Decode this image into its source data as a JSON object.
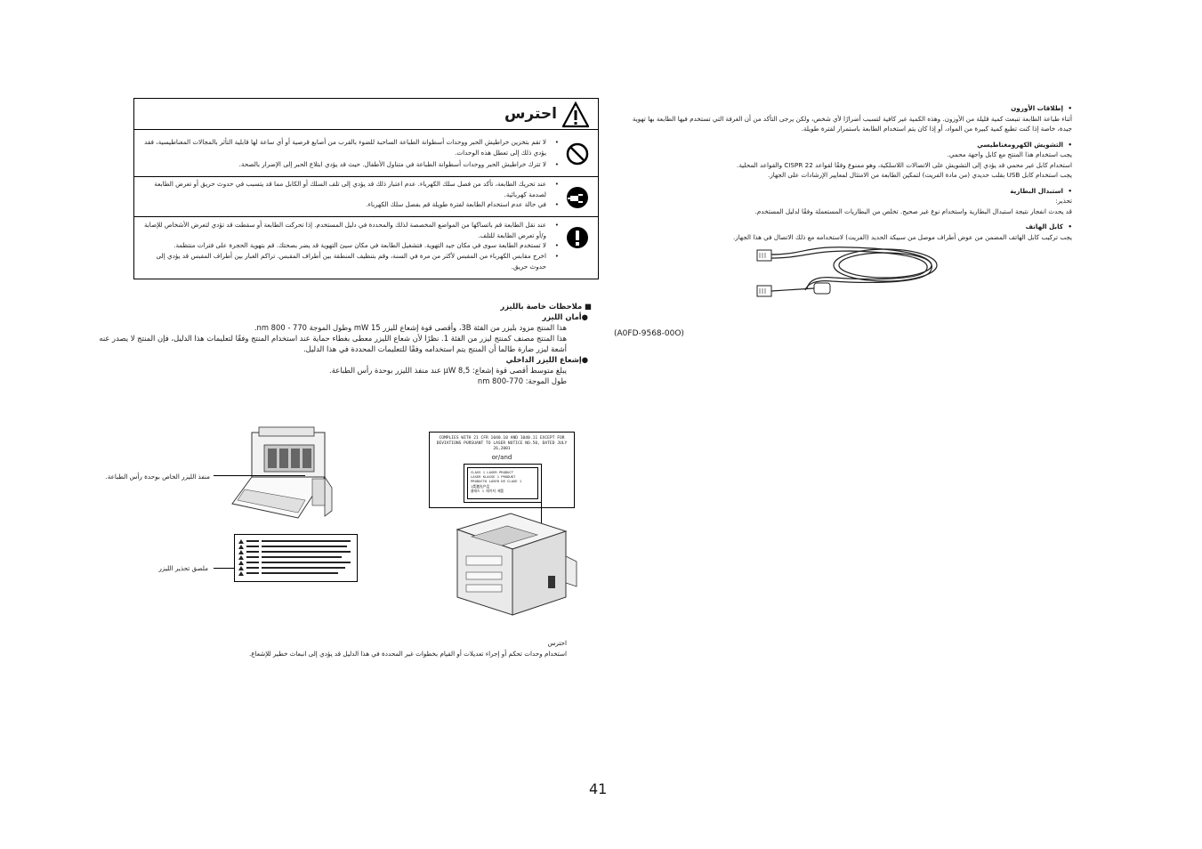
{
  "warning": {
    "title": "احترس",
    "rows": [
      {
        "icon": "no-symbol-icon",
        "items": [
          "لا تقم بتخزين خراطيش الحبر ووحدات أسطوانة الطباعة الساحبة للضوء بالقرب من أصابع قرصية أو أي ساعة لها قابلية التأثر بالمجالات المغناطيسية، فقد يؤدي ذلك إلى تعطل هذه الوحدات.",
          "لا تترك خراطيش الحبر ووحدات أسطوانة الطباعة في متناول الأطفال. حيث قد يؤدي ابتلاع الحبر إلى الإضرار بالصحة."
        ]
      },
      {
        "icon": "unplug-icon",
        "items": [
          "عند تحريك الطابعة، تأكد من فصل سلك الكهرباء. عدم اعتبار ذلك قد يؤدي إلى تلف السلك أو الكابل مما قد يتسبب في حدوث حريق أو تعرض الطابعة لصدمة كهربائية.",
          "في حالة عدم استخدام الطابعة لفترة طويلة قم بفصل سلك الكهرباء."
        ]
      },
      {
        "icon": "exclamation-icon",
        "items": [
          "عند نقل الطابعة قم باتساكها من المواضع المخصصة لذلك والمحددة في دليل المستخدم. إذا تحركت الطابعة أو سقطت قد تؤدي لتعرض الأشخاص للإصابة و/أو تعرض الطابعة للتلف.",
          "لا تستخدم الطابعة سوى في مكان جيد التهوية. فتشغيل الطابعة في مكان سيئ التهوية قد يضر بصحتك. قم بتهوية الحجرة على فترات منتظمة.",
          "اخرج مقابس الكهرباء من المقبس لأكثر من مرة في السنة، وقم بتنظيف المنطقة بين أطراف المقبس. تراكم الغبار بين أطراف المقبس قد يؤدي إلى حدوث حريق."
        ]
      }
    ]
  },
  "left_col": {
    "section_heading": "■ ملاحظات خاصة بالليزر",
    "laser_safety_heading": "●أمان الليزر",
    "laser_safety_text_1": "هذا المنتج مزود بليزر من الفئة 3B، وأقصى قوة إشعاع لليزر 15 mW وطول الموجة 770 - 800 nm.",
    "laser_safety_text_2": "هذا المنتج مصنف كمنتج ليزر من الفئة 1. نظرًا لأن شعاع الليزر معطى بغطاء حماية عند استخدام المنتج وفقًا لتعليمات هذا الدليل، فإن المنتج لا يصدر عنه أشعة ليزر ضارة طالما أن المنتج يتم استخدامه وفقًا للتعليمات المحددة في هذا الدليل.",
    "internal_laser_heading": "●إشعاع الليزر الداخلي",
    "internal_laser_text": "يبلغ متوسط أقصى قوة إشعاع: 8,5 μW عند منفذ الليزر بوحدة رأس الطباعة.",
    "wavelength_text": "طول الموجة: 770-800 nm",
    "callout_aperture": "منفذ الليزر الخاص بوحدة رأس الطباعة.",
    "callout_label": "ملصق تحذير الليزر",
    "caution_word": "احترس",
    "caution_text": "استخدام وحدات تحكم أو إجراء تعديلات أو القيام بخطوات غير المحددة في هذا الدليل قد يؤدي إلى انبعاث خطير للإشعاع."
  },
  "label_top": {
    "line1": "COMPLIES WITH 21 CFR 1040.10 AND 1040.11 EXCEPT FOR",
    "line2": "DEVIATIONS PURSUANT TO LASER NOTICE NO.50, DATED JULY 26,2001",
    "orand": "or/and",
    "inner_lines": [
      "CLASS 1 LASER PRODUCT",
      "LASER KLASSE 1 PRODUKT",
      "PRODUCTO LÁSER DE CLASE 1",
      "1类激光产品",
      "클래스 1 레이저 제품"
    ]
  },
  "right_col": {
    "ozone_heading": "إطلاقات الأوزون",
    "ozone_text": "أثناء طباعة الطابعة تنبعث كمية قليلة من الأوزون. وهذه الكمية غير كافية لتسبب أضرارًا لأي شخص، ولكن يرجى التأكد من أن الغرفة التي تستخدم فيها الطابعة بها تهوية جيدة، خاصة إذا كنت تطبع كمية كبيرة من المواد، أو إذا كان يتم استخدام الطابعة باستمرار لفترة طويلة.",
    "emc_heading": "التشويش الكهرومغناطيسي",
    "emc_line1": "يجب استخدام هذا المنتج مع كابل واجهة محمي.",
    "emc_line2": "استخدام كابل غير محمي قد يؤدي إلى التشويش على الاتصالات اللاسلكية، وهو ممنوع وفقًا لقواعد CISPR 22 والقواعد المحلية.",
    "emc_line3": "يجب استخدام كابل USB بقلب حديدي (من مادة الفريت) لتمكين الطابعة من الامتثال لمعايير الإرشادات على الجهاز.",
    "battery_heading": "استبدال البطارية",
    "battery_line1": "تحذير:",
    "battery_line2": "قد يحدث انفجار نتيجة استبدال البطارية واستخدام نوع غير صحيح. تخلص من البطاريات المستعملة وفقًا لدليل المستخدم.",
    "phone_heading": "كابل الهاتف",
    "phone_text": "يجب تركيب كابل الهاتف المضمن من عوض أطراف موصل من سبيكة الحديد (الفريت) لاستخدامه مع ذلك الاتصال في هذا الجهاز.",
    "figure_code": "(A0FD-9568-00O)"
  },
  "page_number": "41"
}
